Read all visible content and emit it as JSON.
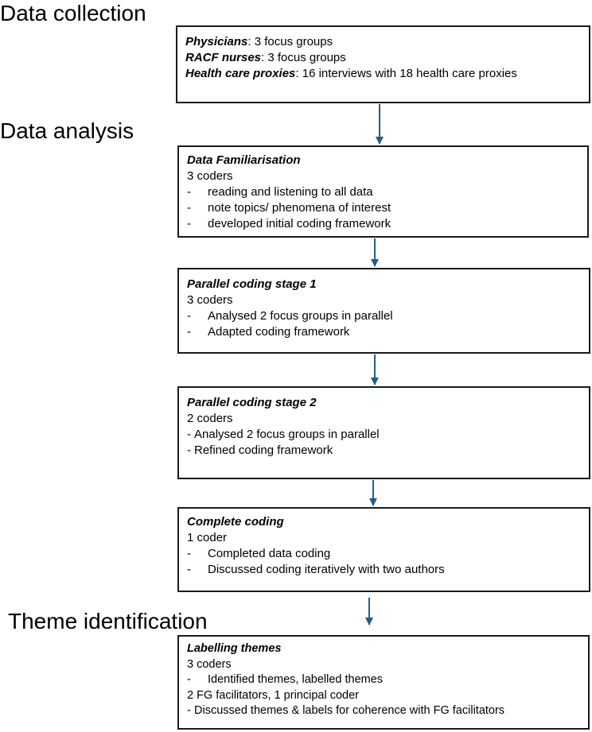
{
  "sections": {
    "data_collection": "Data collection",
    "data_analysis": "Data analysis",
    "theme_identification": "Theme identification"
  },
  "arrow_color": "#1f5f87",
  "boxes": {
    "collection": {
      "rows": [
        {
          "label": "Physicians",
          "text": ": 3 focus groups"
        },
        {
          "label": "RACF nurses",
          "text": ": 3 focus groups"
        },
        {
          "label": "Health care proxies",
          "text": ": 16 interviews with 18 health care proxies"
        }
      ]
    },
    "familiarisation": {
      "title": "Data Familiarisation",
      "coders": "3 coders",
      "bullets": [
        "reading and listening to all data",
        "note topics/ phenomena of interest",
        "developed initial coding framework"
      ]
    },
    "stage1": {
      "title": "Parallel coding stage 1",
      "coders": "3 coders",
      "bullets": [
        "Analysed 2 focus groups in parallel",
        "Adapted coding framework"
      ]
    },
    "stage2": {
      "title": "Parallel coding stage 2",
      "coders": "2 coders",
      "bullets": [
        "Analysed 2 focus groups in parallel",
        "Refined coding framework"
      ]
    },
    "complete": {
      "title": "Complete coding",
      "coders": "1 coder",
      "bullets": [
        "Completed data coding",
        "Discussed coding iteratively with two authors"
      ]
    },
    "labelling": {
      "title": "Labelling themes",
      "coders": "3 coders",
      "bullets": [
        "Identified themes, labelled themes"
      ],
      "coders2": "2 FG facilitators, 1 principal coder",
      "bullets2": [
        "Discussed themes & labels for coherence with FG facilitators"
      ]
    }
  },
  "bullet_char": "-"
}
